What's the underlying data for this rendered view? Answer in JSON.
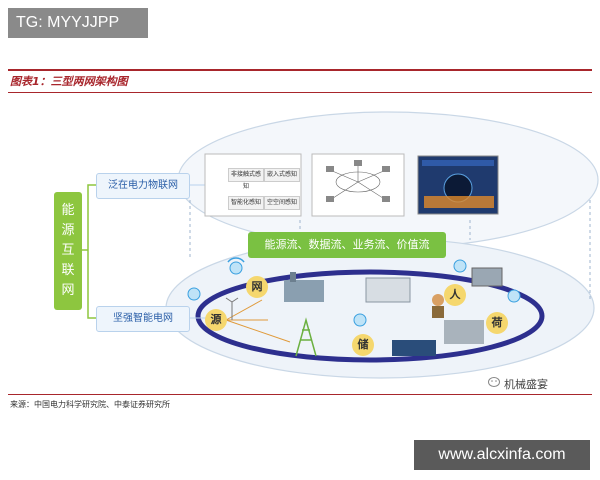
{
  "watermark_top": "TG: MYYJJPP",
  "watermark_bottom": "www.alcxinfa.com",
  "figure_title": "图表1：三型两网架构图",
  "source": "来源：中国电力科学研究院、中泰证券研究所",
  "brand": "机械盛宴",
  "vertical_label": [
    "能",
    "源",
    "互",
    "联",
    "网"
  ],
  "box_iot": "泛在电力物联网",
  "box_grid": "坚强智能电网",
  "flows": "能源流、数据流、业务流、价值流",
  "iot_tags": [
    "非接触式感知",
    "嵌入式感知",
    "智能化感知",
    "空空间感知"
  ],
  "nodes": [
    "源",
    "网",
    "荷",
    "储",
    "人"
  ],
  "colors": {
    "accent_red": "#a8262c",
    "green": "#8dc63f",
    "flows_green": "#7ac142",
    "ring_dark": "#2d2f8e",
    "box_blue_text": "#2b5fa8",
    "node_yellow": "#f5d76e"
  }
}
